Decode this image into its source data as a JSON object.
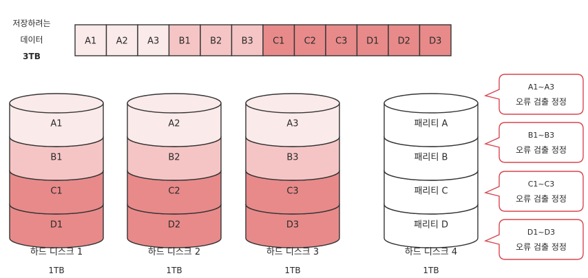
{
  "data_label": {
    "line1": "저장하려는",
    "line2": "데이터",
    "line3": "3TB"
  },
  "blocks": [
    {
      "label": "A1",
      "color": "#fbeaea"
    },
    {
      "label": "A2",
      "color": "#fbeaea"
    },
    {
      "label": "A3",
      "color": "#fbeaea"
    },
    {
      "label": "B1",
      "color": "#f5c5c5"
    },
    {
      "label": "B2",
      "color": "#f5c5c5"
    },
    {
      "label": "B3",
      "color": "#f5c5c5"
    },
    {
      "label": "C1",
      "color": "#e88a8a"
    },
    {
      "label": "C2",
      "color": "#e88a8a"
    },
    {
      "label": "C3",
      "color": "#e88a8a"
    },
    {
      "label": "D1",
      "color": "#e88a8a"
    },
    {
      "label": "D2",
      "color": "#e88a8a"
    },
    {
      "label": "D3",
      "color": "#e88a8a"
    }
  ],
  "disks": [
    {
      "name": "하드 디스크 1",
      "capacity": "1TB",
      "layers": [
        {
          "label": "A1",
          "color": "#fbeaea"
        },
        {
          "label": "B1",
          "color": "#f5c5c5"
        },
        {
          "label": "C1",
          "color": "#e88a8a"
        },
        {
          "label": "D1",
          "color": "#e88a8a"
        }
      ]
    },
    {
      "name": "하드 디스크 2",
      "capacity": "1TB",
      "layers": [
        {
          "label": "A2",
          "color": "#fbeaea"
        },
        {
          "label": "B2",
          "color": "#f5c5c5"
        },
        {
          "label": "C2",
          "color": "#e88a8a"
        },
        {
          "label": "D2",
          "color": "#e88a8a"
        }
      ]
    },
    {
      "name": "하드 디스크 3",
      "capacity": "1TB",
      "layers": [
        {
          "label": "A3",
          "color": "#fbeaea"
        },
        {
          "label": "B3",
          "color": "#f5c5c5"
        },
        {
          "label": "C3",
          "color": "#e88a8a"
        },
        {
          "label": "D3",
          "color": "#e88a8a"
        }
      ]
    },
    {
      "name": "하드 디스크 4",
      "capacity": "1TB",
      "layers": [
        {
          "label": "패리티 A",
          "color": "#ffffff"
        },
        {
          "label": "패리티 B",
          "color": "#ffffff"
        },
        {
          "label": "패리티 C",
          "color": "#ffffff"
        },
        {
          "label": "패리티 D",
          "color": "#ffffff"
        }
      ]
    }
  ],
  "callouts": [
    {
      "range": "A1~A3",
      "text": "오류 검출 정정"
    },
    {
      "range": "B1~B3",
      "text": "오류 검출 정정"
    },
    {
      "range": "C1~C3",
      "text": "오류 검출 정정"
    },
    {
      "range": "D1~D3",
      "text": "오류 검출 정정"
    }
  ],
  "colors": {
    "stroke": "#333333",
    "callout_border": "#d9444c"
  }
}
